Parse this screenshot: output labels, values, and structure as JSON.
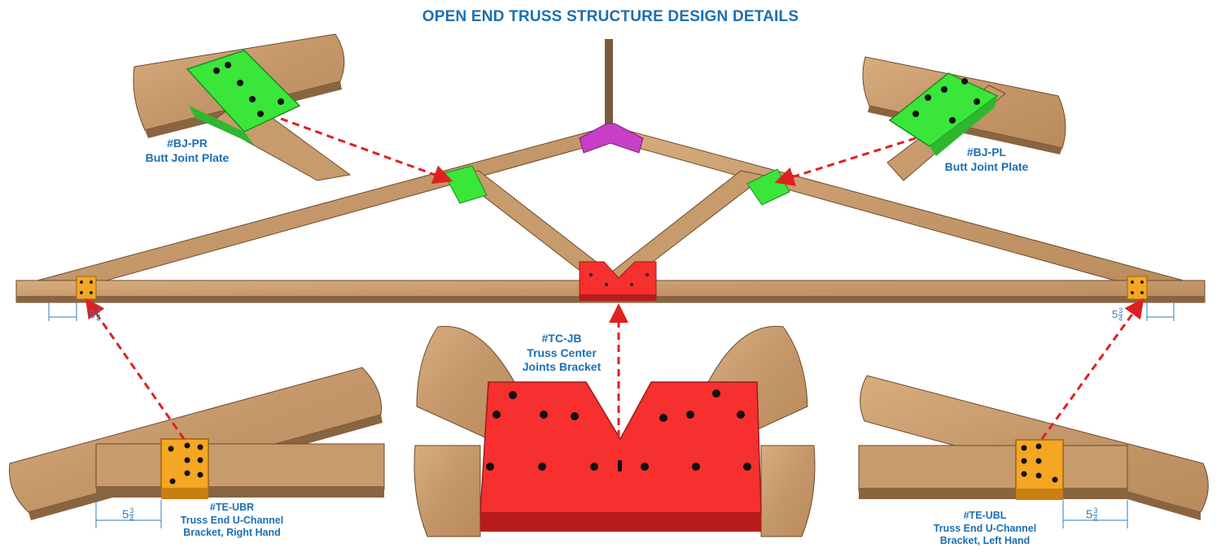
{
  "title": "OPEN END TRUSS STRUCTURE DESIGN DETAILS",
  "callouts": {
    "bj_pr": {
      "code": "#BJ-PR",
      "name": "Butt Joint Plate"
    },
    "bj_pl": {
      "code": "#BJ-PL",
      "name": "Butt Joint Plate"
    },
    "tc_jb": {
      "code": "#TC-JB",
      "line1": "Truss Center",
      "line2": "Joints Bracket"
    },
    "te_ubr": {
      "code": "#TE-UBR",
      "line1": "Truss End U-Channel",
      "line2": "Bracket, Right Hand"
    },
    "te_ubl": {
      "code": "#TE-UBL",
      "line1": "Truss End U-Channel",
      "line2": "Bracket, Left Hand"
    }
  },
  "dimensions": {
    "whole": "5",
    "numerator": "3",
    "denominator": "4"
  },
  "colors": {
    "wood": "#c69a6a",
    "wood_dark": "#8a6440",
    "butt_plate": "#39e639",
    "center_bracket": "#f5302f",
    "end_bracket": "#f5a623",
    "apex_bracket": "#c63fc6",
    "arrow": "#e02020",
    "label": "#1b6fb3"
  }
}
